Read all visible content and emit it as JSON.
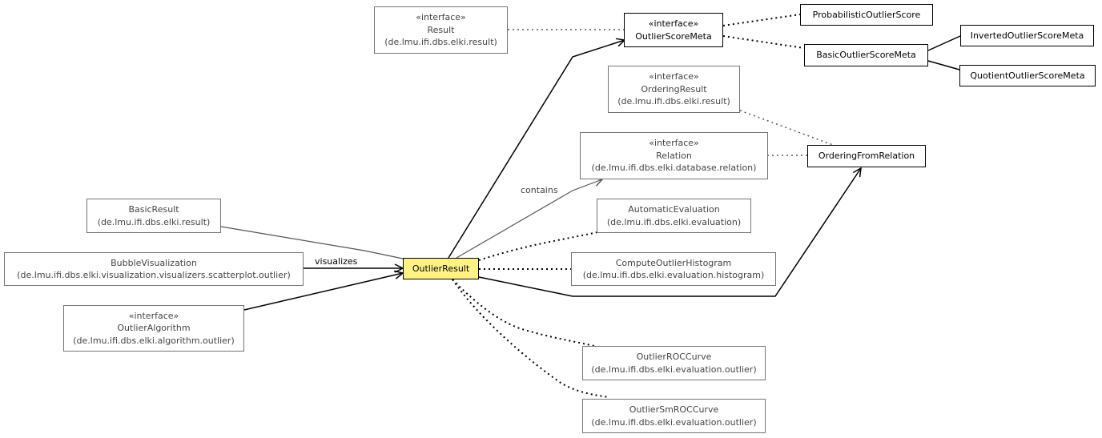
{
  "nodes": {
    "result": {
      "stereotype": "«interface»",
      "name": "Result",
      "package": "(de.lmu.ifi.dbs.elki.result)"
    },
    "outlier_score_meta": {
      "stereotype": "«interface»",
      "name": "OutlierScoreMeta"
    },
    "probabilistic_outlier_score": {
      "name": "ProbabilisticOutlierScore"
    },
    "basic_outlier_score_meta": {
      "name": "BasicOutlierScoreMeta"
    },
    "inverted_outlier_score_meta": {
      "name": "InvertedOutlierScoreMeta"
    },
    "quotient_outlier_score_meta": {
      "name": "QuotientOutlierScoreMeta"
    },
    "ordering_result": {
      "stereotype": "«interface»",
      "name": "OrderingResult",
      "package": "(de.lmu.ifi.dbs.elki.result)"
    },
    "relation": {
      "stereotype": "«interface»",
      "name": "Relation",
      "package": "(de.lmu.ifi.dbs.elki.database.relation)"
    },
    "ordering_from_relation": {
      "name": "OrderingFromRelation"
    },
    "automatic_evaluation": {
      "name": "AutomaticEvaluation",
      "package": "(de.lmu.ifi.dbs.elki.evaluation)"
    },
    "compute_outlier_histogram": {
      "name": "ComputeOutlierHistogram",
      "package": "(de.lmu.ifi.dbs.elki.evaluation.histogram)"
    },
    "basic_result": {
      "name": "BasicResult",
      "package": "(de.lmu.ifi.dbs.elki.result)"
    },
    "bubble_visualization": {
      "name": "BubbleVisualization",
      "package": "(de.lmu.ifi.dbs.elki.visualization.visualizers.scatterplot.outlier)"
    },
    "outlier_algorithm": {
      "stereotype": "«interface»",
      "name": "OutlierAlgorithm",
      "package": "(de.lmu.ifi.dbs.elki.algorithm.outlier)"
    },
    "outlier_result": {
      "name": "OutlierResult"
    },
    "outlier_roc_curve": {
      "name": "OutlierROCCurve",
      "package": "(de.lmu.ifi.dbs.elki.evaluation.outlier)"
    },
    "outlier_smroc_curve": {
      "name": "OutlierSmROCCurve",
      "package": "(de.lmu.ifi.dbs.elki.evaluation.outlier)"
    }
  },
  "edge_labels": {
    "contains": "contains",
    "visualizes": "visualizes"
  },
  "colors": {
    "focus_fill": "#fff284",
    "internal_border": "#000000",
    "external_border": "#757575",
    "external_text": "#444444"
  }
}
